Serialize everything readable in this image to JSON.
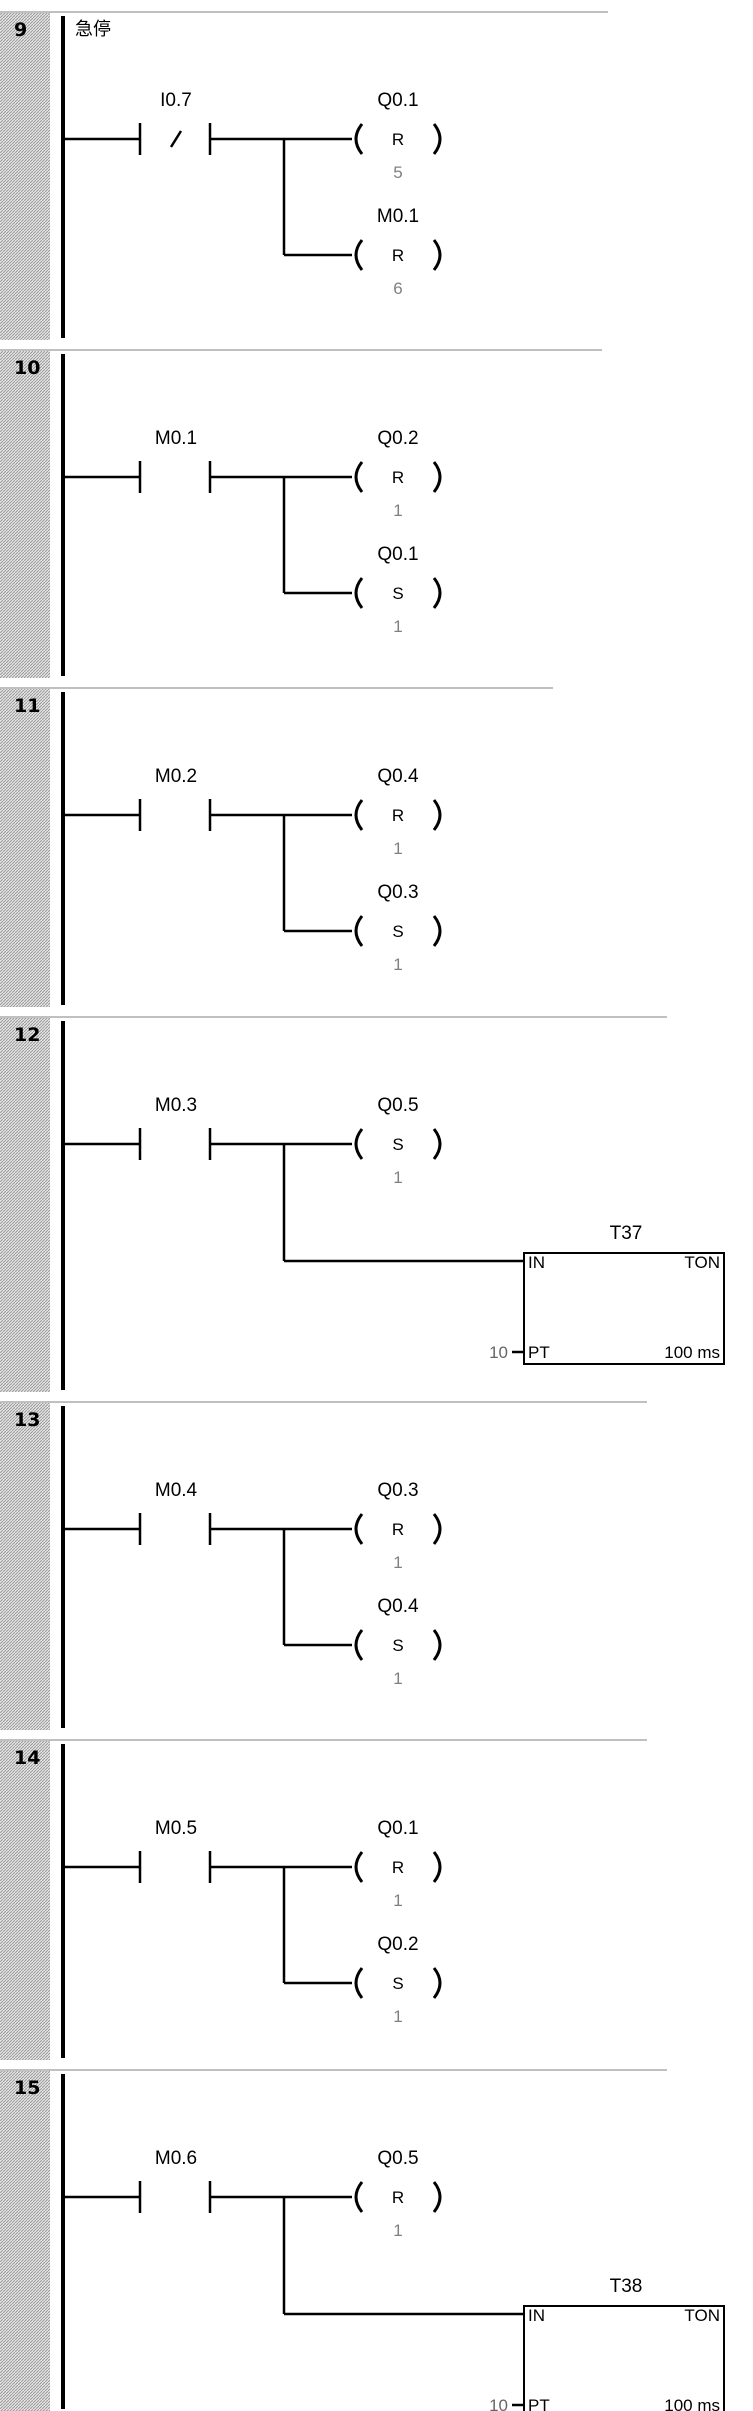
{
  "networks": [
    {
      "number": "9",
      "comment": "急停",
      "contact": {
        "address": "I0.7",
        "type": "normally-closed"
      },
      "outputs": [
        {
          "kind": "coil",
          "address": "Q0.1",
          "op": "R",
          "count": "5"
        },
        {
          "kind": "coil",
          "address": "M0.1",
          "op": "R",
          "count": "6"
        }
      ]
    },
    {
      "number": "10",
      "contact": {
        "address": "M0.1",
        "type": "normally-open"
      },
      "outputs": [
        {
          "kind": "coil",
          "address": "Q0.2",
          "op": "R",
          "count": "1"
        },
        {
          "kind": "coil",
          "address": "Q0.1",
          "op": "S",
          "count": "1"
        }
      ]
    },
    {
      "number": "11",
      "contact": {
        "address": "M0.2",
        "type": "normally-open"
      },
      "outputs": [
        {
          "kind": "coil",
          "address": "Q0.4",
          "op": "R",
          "count": "1"
        },
        {
          "kind": "coil",
          "address": "Q0.3",
          "op": "S",
          "count": "1"
        }
      ]
    },
    {
      "number": "12",
      "contact": {
        "address": "M0.3",
        "type": "normally-open"
      },
      "outputs": [
        {
          "kind": "coil",
          "address": "Q0.5",
          "op": "S",
          "count": "1"
        },
        {
          "kind": "timer",
          "address": "T37",
          "type": "TON",
          "in": "IN",
          "pt": "PT",
          "preset": "10",
          "base": "100 ms"
        }
      ]
    },
    {
      "number": "13",
      "contact": {
        "address": "M0.4",
        "type": "normally-open"
      },
      "outputs": [
        {
          "kind": "coil",
          "address": "Q0.3",
          "op": "R",
          "count": "1"
        },
        {
          "kind": "coil",
          "address": "Q0.4",
          "op": "S",
          "count": "1"
        }
      ]
    },
    {
      "number": "14",
      "contact": {
        "address": "M0.5",
        "type": "normally-open"
      },
      "outputs": [
        {
          "kind": "coil",
          "address": "Q0.1",
          "op": "R",
          "count": "1"
        },
        {
          "kind": "coil",
          "address": "Q0.2",
          "op": "S",
          "count": "1"
        }
      ]
    },
    {
      "number": "15",
      "contact": {
        "address": "M0.6",
        "type": "normally-open"
      },
      "outputs": [
        {
          "kind": "coil",
          "address": "Q0.5",
          "op": "R",
          "count": "1"
        },
        {
          "kind": "timer",
          "address": "T38",
          "type": "TON",
          "in": "IN",
          "pt": "PT",
          "preset": "10",
          "base": "100 ms"
        }
      ]
    }
  ]
}
